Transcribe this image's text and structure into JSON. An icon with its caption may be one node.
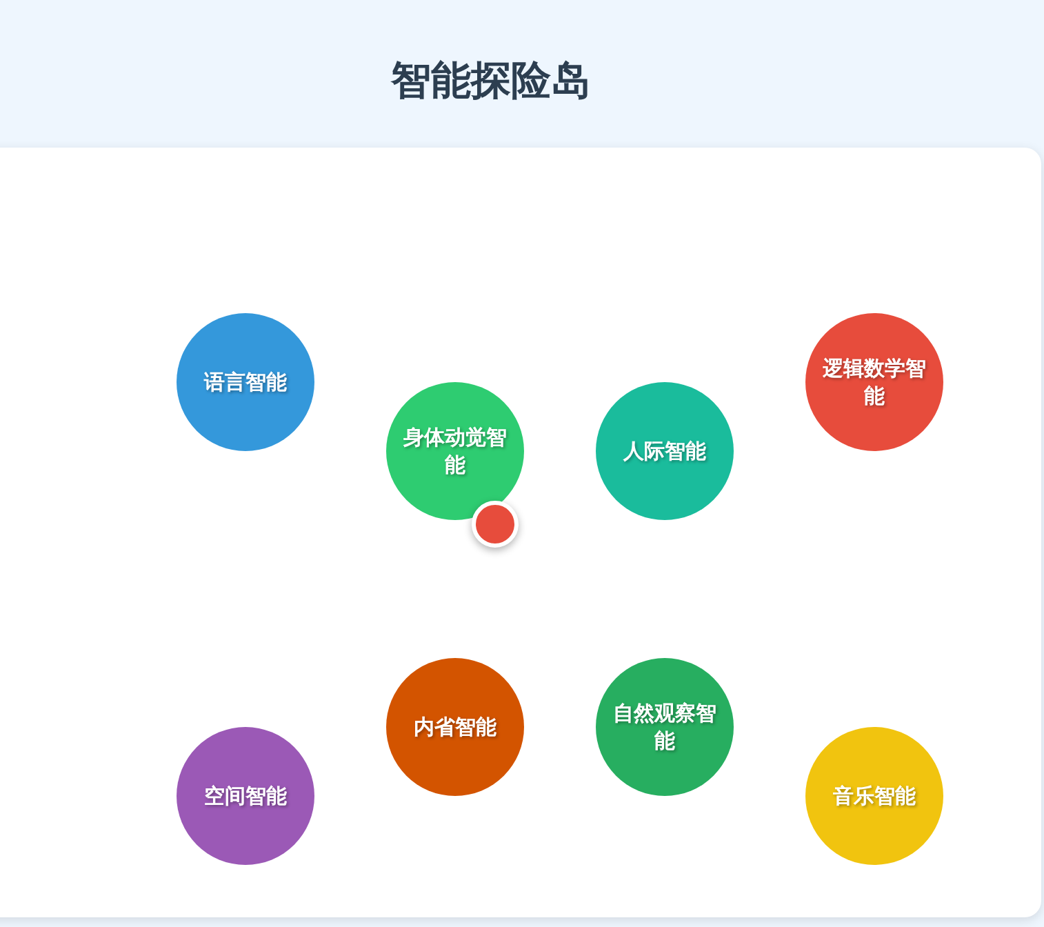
{
  "diagram": {
    "title": "智能探险岛",
    "nodes": [
      {
        "text": [
          "语言智能"
        ]
      },
      {
        "text": [
          "逻辑数学智能"
        ]
      },
      {
        "text": [
          "身体动觉智能"
        ]
      },
      {
        "text": [
          "人际智能"
        ]
      },
      {
        "text": [],
        "shape": "circle"
      },
      {
        "text": [
          "内省智能"
        ]
      },
      {
        "text": [
          "自然观察智能"
        ]
      },
      {
        "text": [
          "空间智能"
        ]
      },
      {
        "text": [
          "音乐智能"
        ]
      }
    ]
  }
}
